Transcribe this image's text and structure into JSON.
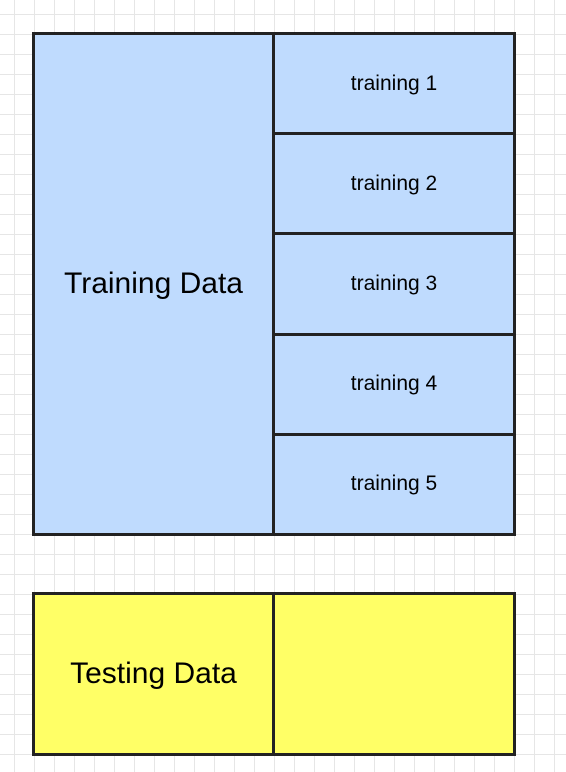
{
  "colors": {
    "training_fill": "#bfdbfe",
    "testing_fill": "#ffff66",
    "border": "#222222",
    "grid": "#e6e6e6"
  },
  "training": {
    "label": "Training Data",
    "folds": [
      "training 1",
      "training 2",
      "training 3",
      "training 4",
      "training 5"
    ]
  },
  "testing": {
    "label": "Testing Data"
  }
}
